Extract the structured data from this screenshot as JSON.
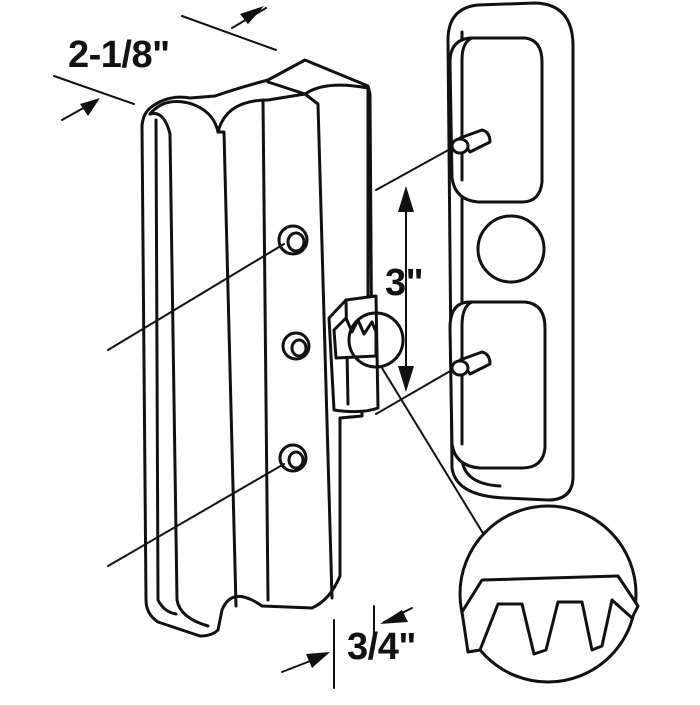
{
  "dimensions": {
    "width": "2-1/8\"",
    "screw_spacing": "3\"",
    "thickness": "3/4\""
  },
  "colors": {
    "line": "#111111",
    "background": "#ffffff"
  }
}
